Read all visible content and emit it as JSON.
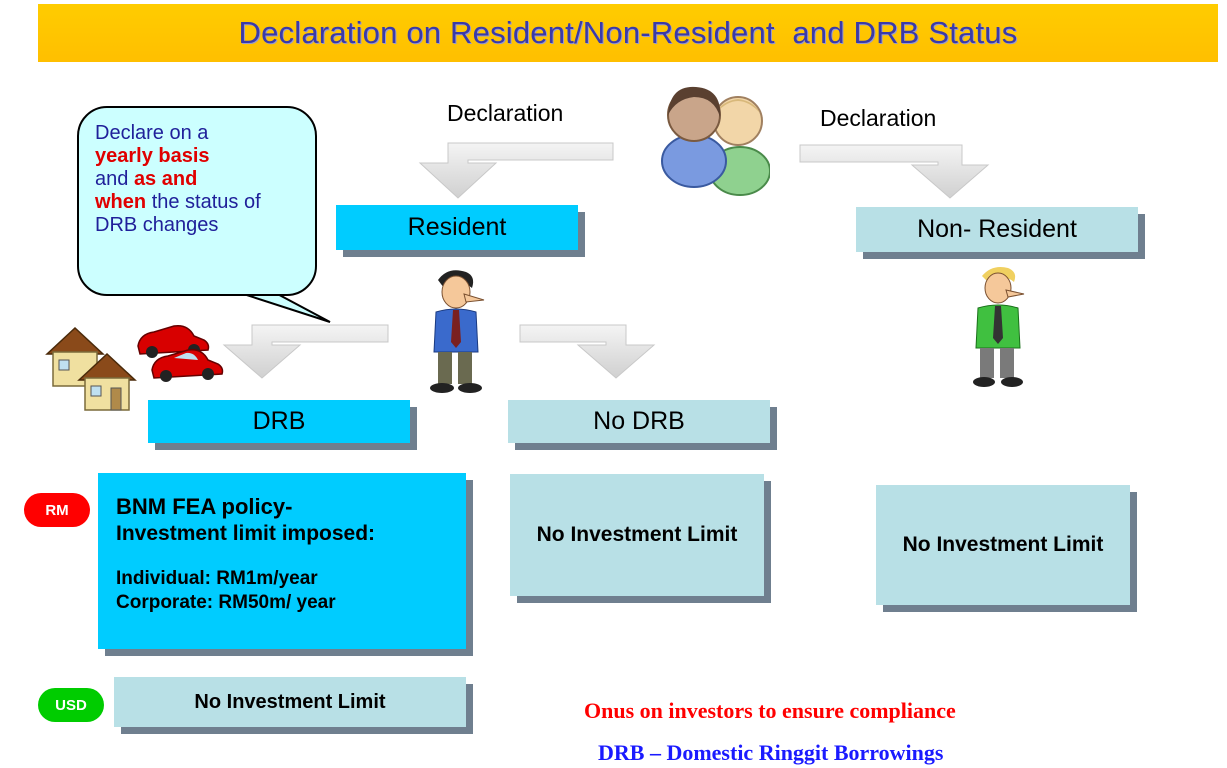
{
  "title": "Declaration on Resident/Non-Resident  and DRB Status",
  "declaration_left": "Declaration",
  "declaration_right": "Declaration",
  "bubble": {
    "line1": "Declare on a",
    "bold1": "yearly basis",
    "and": "and",
    "bold2": "as and",
    "bold3": "when",
    "rest": "the status of DRB changes"
  },
  "nodes": {
    "resident": "Resident",
    "non_resident": "Non- Resident",
    "drb": "DRB",
    "no_drb": "No DRB"
  },
  "drb_box": {
    "line1": "BNM FEA policy-",
    "line2": "Investment limit imposed:",
    "line3": "Individual: RM1m/year",
    "line4": "Corporate: RM50m/ year"
  },
  "no_limit_mid": "No Investment Limit",
  "no_limit_right": "No Investment Limit",
  "usd_box": "No Investment Limit",
  "badges": {
    "rm": "RM",
    "usd": "USD"
  },
  "footer": {
    "onus": "Onus on investors to ensure compliance",
    "definition": "DRB – Domestic Ringgit Borrowings"
  },
  "colors": {
    "title_bg": "#ffc000",
    "title_text": "#3a3aa8",
    "cyan_box": "#00ccff",
    "light_box": "#b8e0e6",
    "rm_badge": "#ff0000",
    "usd_badge": "#00cc00"
  }
}
